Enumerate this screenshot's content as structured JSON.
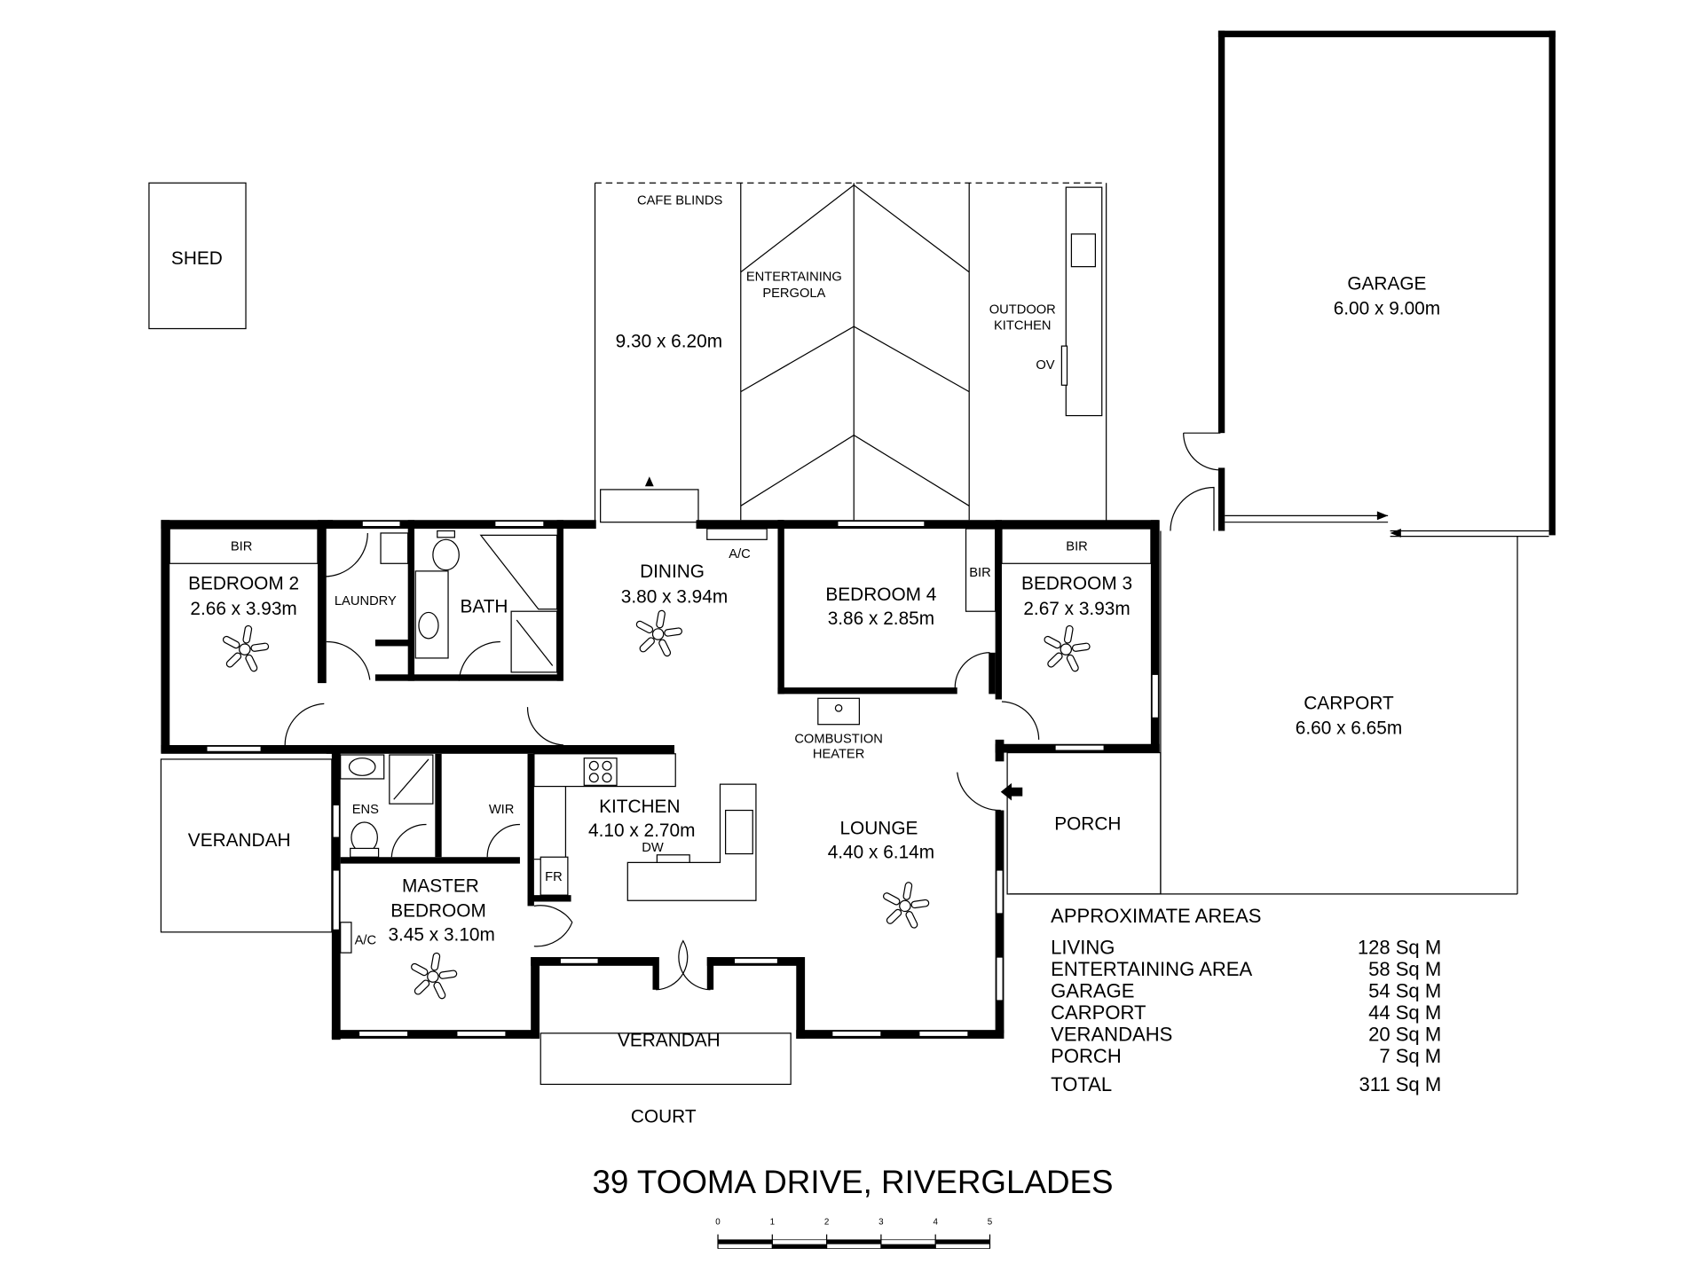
{
  "title": "39 TOOMA DRIVE, RIVERGLADES",
  "scale_bar": {
    "labels": [
      "0",
      "1",
      "2",
      "3",
      "4",
      "5"
    ]
  },
  "rooms": {
    "shed": {
      "name": "SHED"
    },
    "garage": {
      "name": "GARAGE",
      "dims": "6.00 x 9.00m"
    },
    "carport": {
      "name": "CARPORT",
      "dims": "6.60 x 6.65m"
    },
    "pergola": {
      "name": "ENTERTAINING PERGOLA",
      "line1": "ENTERTAINING",
      "line2": "PERGOLA",
      "dims": "9.30 x 6.20m"
    },
    "outdoor_kitchen": {
      "line1": "OUTDOOR",
      "line2": "KITCHEN"
    },
    "bedroom2": {
      "name": "BEDROOM 2",
      "dims": "2.66 x 3.93m"
    },
    "laundry": {
      "name": "LAUNDRY"
    },
    "bath": {
      "name": "BATH"
    },
    "dining": {
      "name": "DINING",
      "dims": "3.80 x 3.94m"
    },
    "bedroom4": {
      "name": "BEDROOM 4",
      "dims": "3.86 x 2.85m"
    },
    "bedroom3": {
      "name": "BEDROOM 3",
      "dims": "2.67 x 3.93m"
    },
    "kitchen": {
      "name": "KITCHEN",
      "dims": "4.10 x 2.70m"
    },
    "lounge": {
      "name": "LOUNGE",
      "dims": "4.40 x 6.14m"
    },
    "master": {
      "line1": "MASTER",
      "line2": "BEDROOM",
      "dims": "3.45 x 3.10m"
    },
    "ens": {
      "name": "ENS"
    },
    "wir": {
      "name": "WIR"
    },
    "porch": {
      "name": "PORCH"
    },
    "verandah_left": {
      "name": "VERANDAH"
    },
    "verandah_bottom": {
      "name": "VERANDAH"
    }
  },
  "annotations": {
    "cafe_blinds": "CAFE BLINDS",
    "ov": "OV",
    "bir": "BIR",
    "ac": "A/C",
    "combustion_line1": "COMBUSTION",
    "combustion_line2": "HEATER",
    "dw": "DW",
    "fr": "FR",
    "court": "COURT"
  },
  "areas": {
    "heading": "APPROXIMATE AREAS",
    "rows": [
      {
        "label": "LIVING",
        "value": "128 Sq M"
      },
      {
        "label": "ENTERTAINING AREA",
        "value": "58 Sq M"
      },
      {
        "label": "GARAGE",
        "value": "54 Sq M"
      },
      {
        "label": "CARPORT",
        "value": "44 Sq M"
      },
      {
        "label": "VERANDAHS",
        "value": "20 Sq M"
      },
      {
        "label": "PORCH",
        "value": "7 Sq M"
      }
    ],
    "total": {
      "label": "TOTAL",
      "value": "311 Sq M"
    }
  }
}
